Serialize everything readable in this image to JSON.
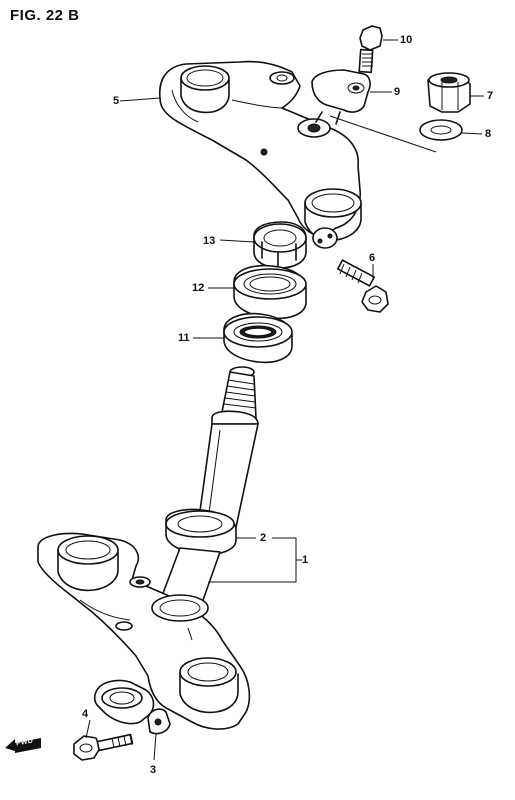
{
  "figure": {
    "title": "FIG. 22 B"
  },
  "callouts": [
    {
      "id": "1",
      "label": "1"
    },
    {
      "id": "2",
      "label": "2"
    },
    {
      "id": "3",
      "label": "3"
    },
    {
      "id": "4",
      "label": "4"
    },
    {
      "id": "5",
      "label": "5"
    },
    {
      "id": "6",
      "label": "6"
    },
    {
      "id": "7",
      "label": "7"
    },
    {
      "id": "8",
      "label": "8"
    },
    {
      "id": "9",
      "label": "9"
    },
    {
      "id": "10",
      "label": "10"
    },
    {
      "id": "11",
      "label": "11"
    },
    {
      "id": "12",
      "label": "12"
    },
    {
      "id": "13",
      "label": "13"
    }
  ],
  "direction_indicator": {
    "label": "FWD",
    "icon": "forward-arrow-icon"
  }
}
